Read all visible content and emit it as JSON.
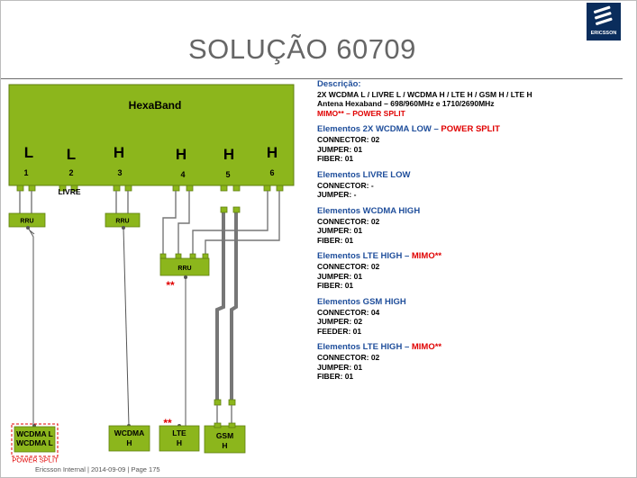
{
  "title": "SOLUÇÃO 60709",
  "logo": {
    "text": "ERICSSON",
    "icon": "ericsson-logo-icon"
  },
  "antenna": {
    "name": "HexaBand",
    "ports": [
      {
        "band": "L",
        "number": "1"
      },
      {
        "band": "L",
        "number": "2"
      },
      {
        "band": "H",
        "number": "3"
      },
      {
        "band": "H",
        "number": "4"
      },
      {
        "band": "H",
        "number": "5"
      },
      {
        "band": "H",
        "number": "6"
      }
    ],
    "free_label": "LIVRE"
  },
  "rru_label": "RRU",
  "mimo_mark": "**",
  "equipment": [
    {
      "lines": [
        "WCDMA L",
        "WCDMA L"
      ],
      "caption": "POWER SPLIT"
    },
    {
      "lines": [
        "WCDMA",
        "H"
      ]
    },
    {
      "lines": [
        "LTE",
        "H"
      ]
    },
    {
      "lines": [
        "GSM",
        "H"
      ]
    }
  ],
  "description": {
    "heading": "Descrição:",
    "lines": [
      "2X WCDMA L / LIVRE L / WCDMA H / LTE H / GSM H / LTE H",
      "Antena Hexaband – 698/960MHz  e  1710/2690MHz"
    ],
    "mimo_line": "MIMO** – POWER SPLIT"
  },
  "sections": [
    {
      "title": "Elementos 2X WCDMA LOW",
      "accent": "POWER SPLIT",
      "items": [
        "CONNECTOR: 02",
        "JUMPER: 01",
        "FIBER: 01"
      ]
    },
    {
      "title": "Elementos LIVRE LOW",
      "accent": "",
      "items": [
        "CONNECTOR: -",
        "JUMPER: -"
      ]
    },
    {
      "title": "Elementos WCDMA HIGH",
      "accent": "",
      "items": [
        "CONNECTOR: 02",
        "JUMPER: 01",
        "FIBER: 01"
      ]
    },
    {
      "title": "Elementos LTE HIGH",
      "accent": "MIMO**",
      "items": [
        "CONNECTOR: 02",
        "JUMPER: 01",
        "FIBER: 01"
      ]
    },
    {
      "title": "Elementos GSM HIGH",
      "accent": "",
      "items": [
        "CONNECTOR: 04",
        "JUMPER: 02",
        "FEEDER: 01"
      ]
    },
    {
      "title": "Elementos LTE HIGH",
      "accent": "MIMO**",
      "items": [
        "CONNECTOR: 02",
        "JUMPER: 01",
        "FIBER: 01"
      ]
    }
  ],
  "footer": "Ericsson Internal  |  2014-09-09  |  Page 175"
}
